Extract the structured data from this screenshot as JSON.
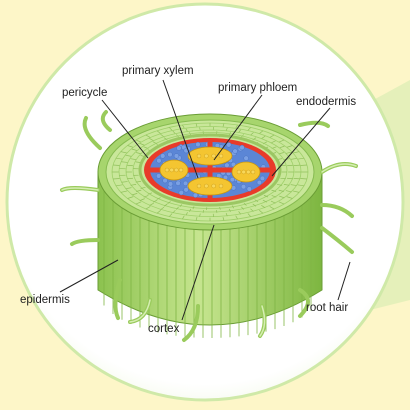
{
  "colors": {
    "background": "#fdf6c8",
    "lens": "#ffffff",
    "lens_ring": "#cfe9a8",
    "wedge": "#e2f0b8",
    "root_side": "#a9d86a",
    "root_side_dark": "#7fb544",
    "root_top": "#c9e79a",
    "cortex_cell": "#e3f2c2",
    "pericycle": "#e83b2a",
    "phloem_cell": "#5b86d6",
    "xylem": "#f4c531",
    "xylem_cell": "#f8d75a"
  },
  "labels": {
    "primary_xylem": "primary xylem",
    "primary_phloem": "primary phloem",
    "pericycle": "pericycle",
    "endodermis": "endodermis",
    "epidermis": "epidermis",
    "cortex": "cortex",
    "root_hair": "root hair"
  }
}
